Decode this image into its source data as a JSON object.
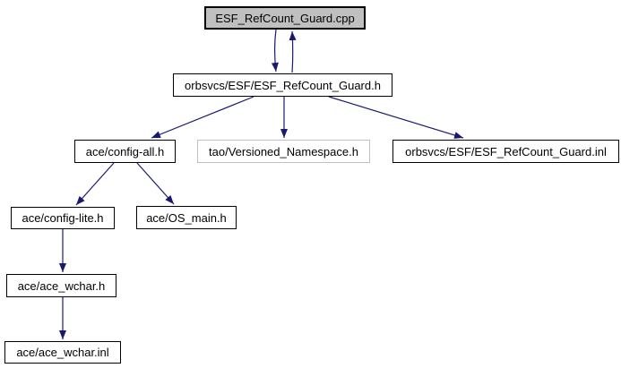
{
  "graph": {
    "type": "include-dependency-graph",
    "nodes": {
      "cpp": {
        "label": "ESF_RefCount_Guard.cpp",
        "style": "root"
      },
      "header": {
        "label": "orbsvcs/ESF/ESF_RefCount_Guard.h",
        "style": "normal"
      },
      "config_all": {
        "label": "ace/config-all.h",
        "style": "normal"
      },
      "tao_ns": {
        "label": "tao/Versioned_Namespace.h",
        "style": "external"
      },
      "inl": {
        "label": "orbsvcs/ESF/ESF_RefCount_Guard.inl",
        "style": "normal"
      },
      "config_lite": {
        "label": "ace/config-lite.h",
        "style": "normal"
      },
      "os_main": {
        "label": "ace/OS_main.h",
        "style": "normal"
      },
      "wchar_h": {
        "label": "ace/ace_wchar.h",
        "style": "normal"
      },
      "wchar_inl": {
        "label": "ace/ace_wchar.inl",
        "style": "normal"
      }
    },
    "edges": [
      {
        "from": "ESF_RefCount_Guard.cpp",
        "to": "orbsvcs/ESF/ESF_RefCount_Guard.h"
      },
      {
        "from": "orbsvcs/ESF/ESF_RefCount_Guard.h",
        "to": "ESF_RefCount_Guard.cpp"
      },
      {
        "from": "orbsvcs/ESF/ESF_RefCount_Guard.h",
        "to": "ace/config-all.h"
      },
      {
        "from": "orbsvcs/ESF/ESF_RefCount_Guard.h",
        "to": "tao/Versioned_Namespace.h"
      },
      {
        "from": "orbsvcs/ESF/ESF_RefCount_Guard.h",
        "to": "orbsvcs/ESF/ESF_RefCount_Guard.inl"
      },
      {
        "from": "ace/config-all.h",
        "to": "ace/config-lite.h"
      },
      {
        "from": "ace/config-all.h",
        "to": "ace/OS_main.h"
      },
      {
        "from": "ace/config-lite.h",
        "to": "ace/ace_wchar.h"
      },
      {
        "from": "ace/ace_wchar.h",
        "to": "ace/ace_wchar.inl"
      }
    ],
    "colors": {
      "edge": "#191970",
      "node_border": "#000000",
      "node_fill": "#ffffff",
      "root_node_fill": "#c0c0c0",
      "external_node_border": "#c0c0c0",
      "background": "#ffffff",
      "text": "#000000"
    }
  }
}
